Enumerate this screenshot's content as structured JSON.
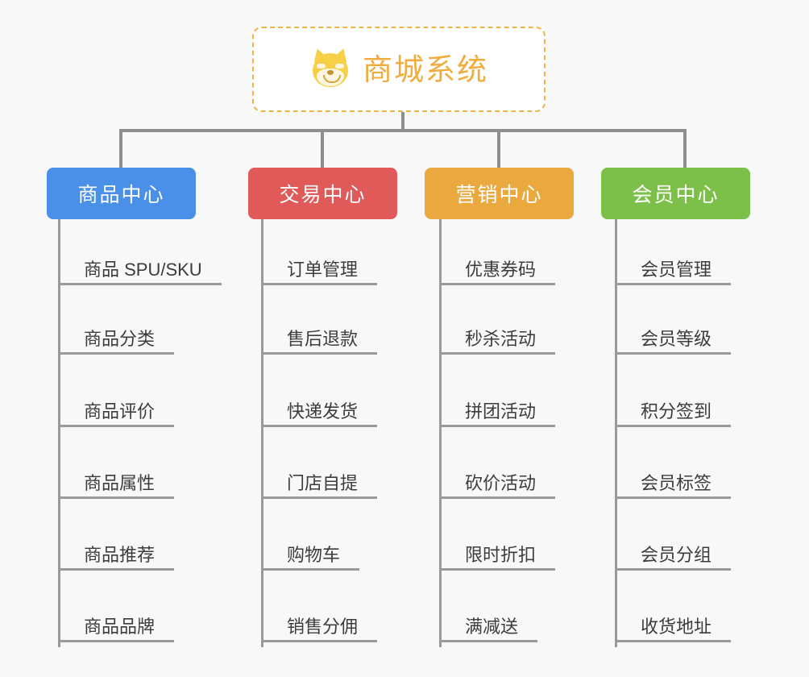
{
  "diagram": {
    "background_color": "#f8f8f8",
    "connector_color": "#8e8e8e",
    "root": {
      "title": "商城系统",
      "icon": "shiba-dog-face-icon",
      "text_color": "#f0ac3c",
      "border_color": "#eeb44a",
      "fill_color": "#ffffff"
    },
    "branches": [
      {
        "label": "商品中心",
        "color": "#4a90e8",
        "items": [
          "商品 SPU/SKU",
          "商品分类",
          "商品评价",
          "商品属性",
          "商品推荐",
          "商品品牌"
        ]
      },
      {
        "label": "交易中心",
        "color": "#e05a5a",
        "items": [
          "订单管理",
          "售后退款",
          "快递发货",
          "门店自提",
          "购物车",
          "销售分佣"
        ]
      },
      {
        "label": "营销中心",
        "color": "#eaa93f",
        "items": [
          "优惠券码",
          "秒杀活动",
          "拼团活动",
          "砍价活动",
          "限时折扣",
          "满减送"
        ]
      },
      {
        "label": "会员中心",
        "color": "#7cc04a",
        "items": [
          "会员管理",
          "会员等级",
          "积分签到",
          "会员标签",
          "会员分组",
          "收货地址"
        ]
      }
    ]
  }
}
